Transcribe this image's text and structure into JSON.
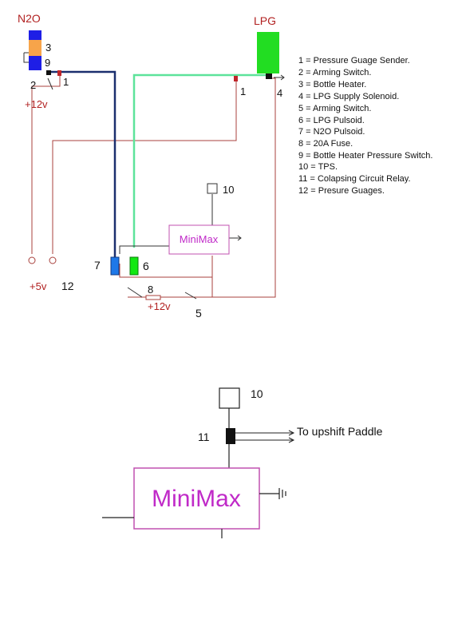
{
  "colors": {
    "wire_red": "#a8403c",
    "wire_blue": "#1b2f6e",
    "wire_green": "#5de39a",
    "n2o_blue": "#1e1ee6",
    "heater_orange": "#f7a44a",
    "lpg_green": "#22dd22",
    "solenoid_blue": "#1e78e8",
    "pulsoid_green": "#11e811",
    "minimax_border": "#c050b0",
    "minimax_text": "#c02ac8",
    "label_red": "#b22222"
  },
  "top": {
    "n2o_label": "N2O",
    "lpg_label": "LPG",
    "plus12v_1": "+12v",
    "plus12v_2": "+12v",
    "plus5v": "+5v",
    "minimax_label": "MiniMax",
    "numbers": {
      "n1a": "1",
      "n1b": "1",
      "n2": "2",
      "n3": "3",
      "n4": "4",
      "n5": "5",
      "n6": "6",
      "n7": "7",
      "n8": "8",
      "n9": "9",
      "n10": "10",
      "n12": "12"
    }
  },
  "legend": [
    "1 = Pressure Guage Sender.",
    "2 = Arming Switch.",
    "3 = Bottle Heater.",
    "4 = LPG Supply Solenoid.",
    "5 = Arming Switch.",
    "6 = LPG Pulsoid.",
    "7 = N2O Pulsoid.",
    "8 = 20A Fuse.",
    "9 = Bottle Heater Pressure Switch.",
    "10 = TPS.",
    "11 = Colapsing Circuit Relay.",
    "12 = Presure Guages."
  ],
  "bottom": {
    "n10": "10",
    "n11": "11",
    "paddle_label": "To upshift Paddle",
    "minimax_label": "MiniMax"
  }
}
